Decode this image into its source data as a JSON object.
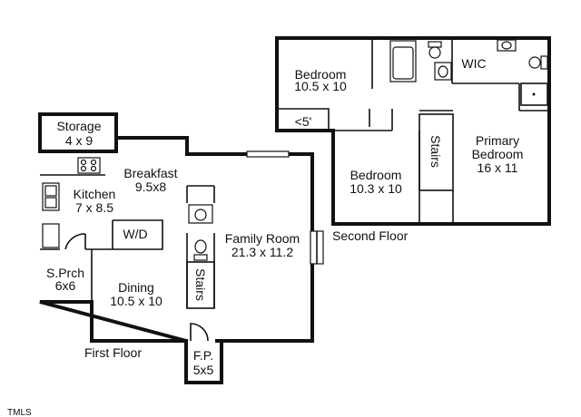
{
  "first_floor": {
    "caption": "First Floor",
    "rooms": {
      "storage": {
        "name": "Storage",
        "dims": "4 x 9"
      },
      "breakfast": {
        "name": "Breakfast",
        "dims": "9.5x8"
      },
      "kitchen": {
        "name": "Kitchen",
        "dims": "7 x 8.5"
      },
      "washer_dryer": {
        "name": "W/D"
      },
      "screen_porch": {
        "name": "S.Prch",
        "dims": "6x6"
      },
      "dining": {
        "name": "Dining",
        "dims": "10.5 x 10"
      },
      "family_room": {
        "name": "Family Room",
        "dims": "21.3 x 11.2"
      },
      "front_porch": {
        "name": "F.P.",
        "dims": "5x5"
      },
      "stairs": {
        "name": "Stairs"
      }
    }
  },
  "second_floor": {
    "caption": "Second Floor",
    "rooms": {
      "bedroom_a": {
        "name": "Bedroom",
        "dims": "10.5 x 10"
      },
      "bedroom_b": {
        "name": "Bedroom",
        "dims": "10.3 x 10"
      },
      "primary_bedroom": {
        "name_line1": "Primary",
        "name_line2": "Bedroom",
        "dims": "16 x 11"
      },
      "walk_in_closet": {
        "name": "WIC"
      },
      "low_ceiling": {
        "name": "<5'"
      },
      "stairs": {
        "name": "Stairs"
      }
    }
  },
  "watermark": "TMLS"
}
